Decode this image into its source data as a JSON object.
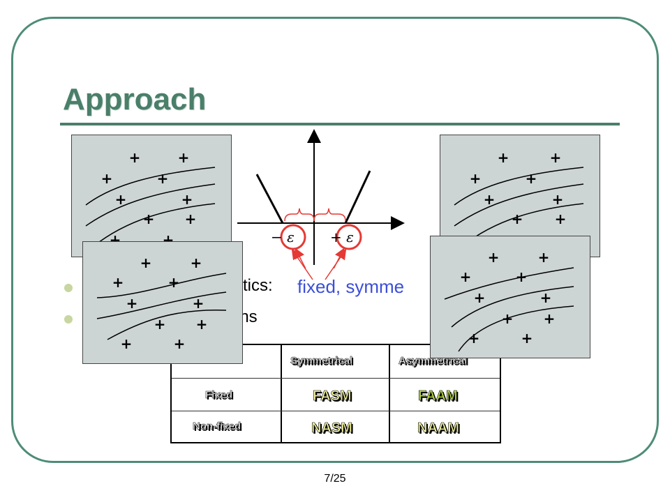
{
  "slide": {
    "title": "Approach",
    "page_number": "7/25",
    "accent_color": "#4a7f6a"
  },
  "bullets": [
    {
      "text": "stics:"
    },
    {
      "text": "ins"
    }
  ],
  "highlight_text": "fixed,  symme",
  "epsilon_diagram": {
    "minus_label": "− ε",
    "plus_label": "+ ε"
  },
  "table": {
    "headers": [
      "Symmetrical",
      "Asymmetrical"
    ],
    "rows": [
      {
        "label": "Fixed",
        "values": [
          "FASM",
          "FAAM"
        ]
      },
      {
        "label": "Non-fixed",
        "values": [
          "NASM",
          "NAAM"
        ]
      }
    ]
  },
  "plus_symbol": "+"
}
